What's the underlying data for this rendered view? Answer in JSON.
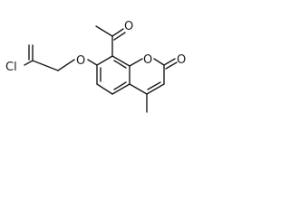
{
  "molecule": {
    "atoms": {
      "cl": "Cl",
      "ether_o": "O",
      "acetyl_o": "O",
      "ring_o": "O",
      "carbonyl_o": "O"
    }
  }
}
